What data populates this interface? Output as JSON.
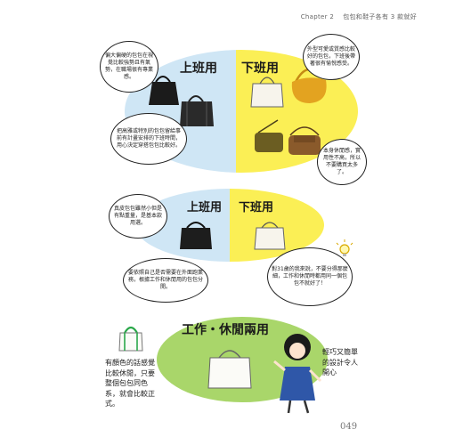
{
  "header": {
    "chapter": "Chapter 2",
    "title": "包包和鞋子各有 3 款就好"
  },
  "page_number": "049",
  "panel1": {
    "left_label": "上班用",
    "right_label": "下班用",
    "bubble_top_left": "偏大偏硬的包包在視覺比較強勢且有氣勢，在職場很有專業感。",
    "bubble_bottom_left": "把高雅或特別的包包留給事前有計畫安排的下班時間，用心決定穿搭包包比較好。",
    "bubble_top_right": "外型可愛或質感比較好的包包，下班後帶著很有愉悅感受。",
    "bubble_bottom_right": "本身休閒感，實用性不高，所以不要購買太多了。"
  },
  "panel2": {
    "left_label": "上班用",
    "right_label": "下班用",
    "bubble_left": "真皮包包雖然小但是有點重量，是基本款用選。",
    "bubble_bottom_left": "要依照自己是否需要在外面跑業務，根據工作和休閒用的包包分開。",
    "bubble_right": "對31歲的我來說，不要分得那麼細，工作和休閒時都用同一個包包不就好了！"
  },
  "panel3": {
    "label": "工作・休閒兩用",
    "note_left": "有顏色的話感覺比較休閒，只要整個包包同色系，就會比較正式。",
    "note_right": "輕巧又簡單的設計令人開心"
  },
  "colors": {
    "blue": "#cfe6f5",
    "yellow": "#fbef55",
    "green": "#a9d66a"
  }
}
